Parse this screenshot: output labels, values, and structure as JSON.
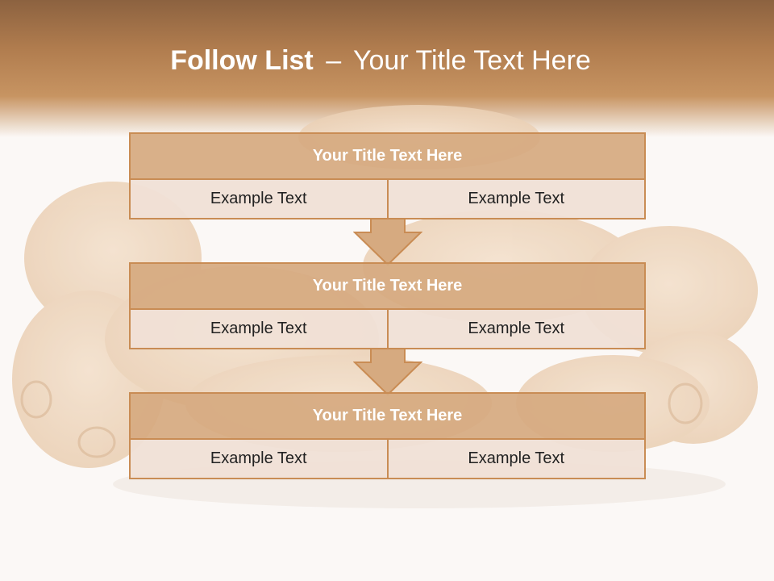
{
  "title": {
    "bold_part": "Follow List",
    "separator": "–",
    "rest": "Your Title Text Here"
  },
  "blocks": [
    {
      "title": "Your Title Text Here",
      "left": "Example Text",
      "right": "Example Text"
    },
    {
      "title": "Your Title Text Here",
      "left": "Example Text",
      "right": "Example Text"
    },
    {
      "title": "Your Title Text Here",
      "left": "Example Text",
      "right": "Example Text"
    }
  ],
  "colors": {
    "header": "#b07c4e",
    "block_title_fill": "#d6aa80",
    "block_cell_fill": "#f0e0d6",
    "border": "#c98c54",
    "arrow_fill": "#d6aa80"
  }
}
